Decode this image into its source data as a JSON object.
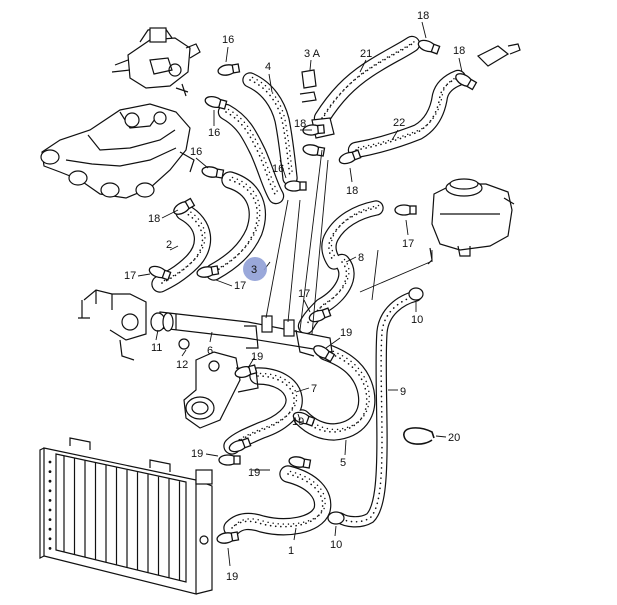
{
  "diagram": {
    "callouts": [
      {
        "id": "c18a",
        "text": "18"
      },
      {
        "id": "c16a",
        "text": "16"
      },
      {
        "id": "c3A",
        "text": "3 A"
      },
      {
        "id": "c21",
        "text": "21"
      },
      {
        "id": "c18b",
        "text": "18"
      },
      {
        "id": "c4",
        "text": "4"
      },
      {
        "id": "c16b",
        "text": "16"
      },
      {
        "id": "c18c",
        "text": "18"
      },
      {
        "id": "c22",
        "text": "22"
      },
      {
        "id": "c16c",
        "text": "16"
      },
      {
        "id": "c16d",
        "text": "16"
      },
      {
        "id": "c18d",
        "text": "18"
      },
      {
        "id": "c18e",
        "text": "18"
      },
      {
        "id": "c2",
        "text": "2"
      },
      {
        "id": "c17a",
        "text": "17"
      },
      {
        "id": "c3",
        "text": "3"
      },
      {
        "id": "c17b",
        "text": "17"
      },
      {
        "id": "c8",
        "text": "8"
      },
      {
        "id": "c17c",
        "text": "17"
      },
      {
        "id": "c17d",
        "text": "17"
      },
      {
        "id": "c10a",
        "text": "10"
      },
      {
        "id": "c11",
        "text": "11"
      },
      {
        "id": "c6",
        "text": "6"
      },
      {
        "id": "c19a",
        "text": "19"
      },
      {
        "id": "c12",
        "text": "12"
      },
      {
        "id": "c19b",
        "text": "19"
      },
      {
        "id": "c7",
        "text": "7"
      },
      {
        "id": "c9",
        "text": "9"
      },
      {
        "id": "c20",
        "text": "20"
      },
      {
        "id": "c19c",
        "text": "19"
      },
      {
        "id": "c5",
        "text": "5"
      },
      {
        "id": "c19d",
        "text": "19"
      },
      {
        "id": "c1",
        "text": "1"
      },
      {
        "id": "c10b",
        "text": "10"
      },
      {
        "id": "c19e",
        "text": "19"
      }
    ],
    "highlight_color": "#8f9fd6"
  }
}
